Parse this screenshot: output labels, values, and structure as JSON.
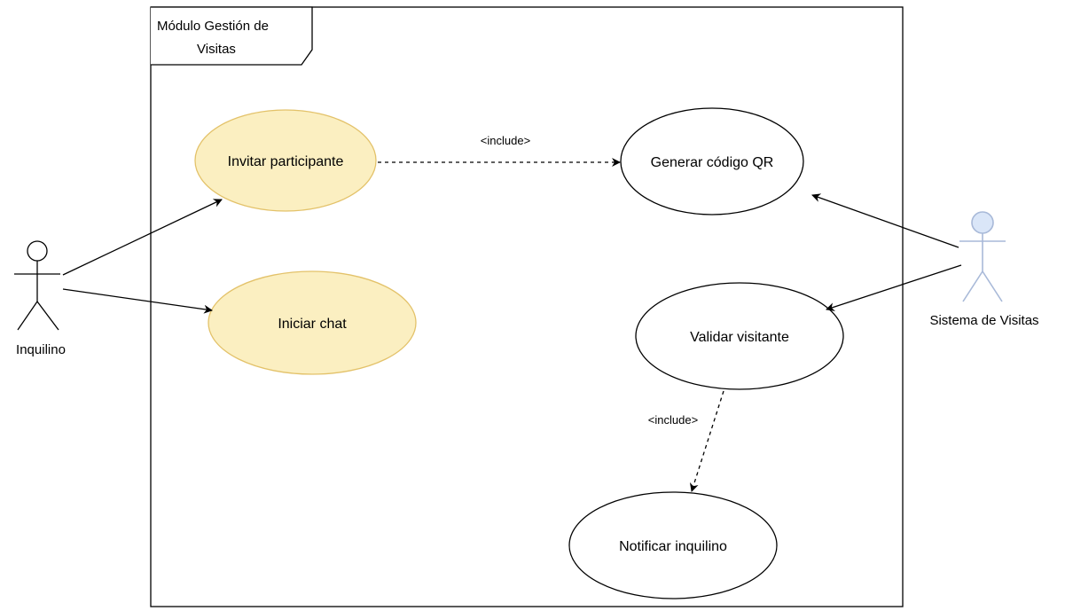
{
  "frame": {
    "title_line1": "Módulo Gestión de",
    "title_line2": "Visitas"
  },
  "actors": {
    "inquilino": {
      "label": "Inquilino",
      "color": "#000000"
    },
    "sistema": {
      "label": "Sistema de Visitas",
      "color": "#a8b9d8"
    }
  },
  "use_cases": {
    "invitar": {
      "label": "Invitar participante",
      "fill": "#fbefc1",
      "stroke": "#e3c26a"
    },
    "chat": {
      "label": "Iniciar chat",
      "fill": "#fbefc1",
      "stroke": "#e3c26a"
    },
    "generar": {
      "label": "Generar código QR",
      "fill": "#ffffff",
      "stroke": "#000000"
    },
    "validar": {
      "label": "Validar visitante",
      "fill": "#ffffff",
      "stroke": "#000000"
    },
    "notificar": {
      "label": "Notificar inquilino",
      "fill": "#ffffff",
      "stroke": "#000000"
    }
  },
  "relations": {
    "include_1": "<include>",
    "include_2": "<include>"
  }
}
